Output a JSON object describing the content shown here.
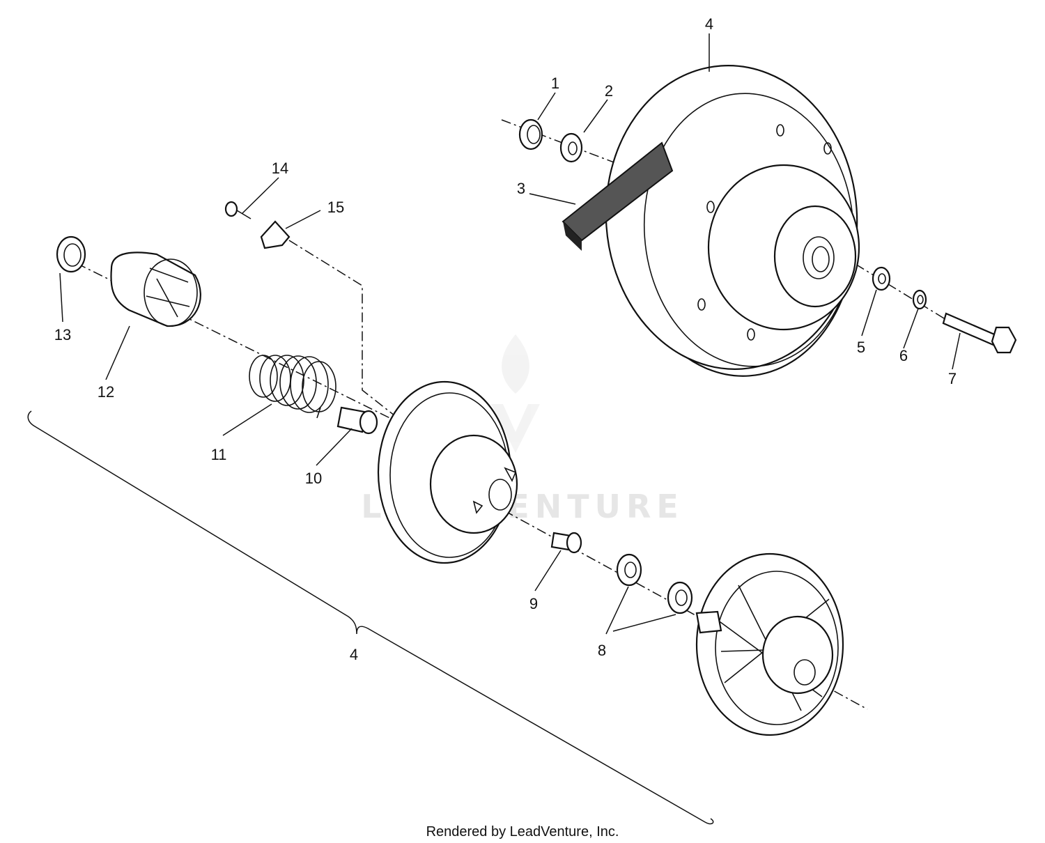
{
  "diagram": {
    "callouts": [
      {
        "id": "1",
        "text": "1"
      },
      {
        "id": "2",
        "text": "2"
      },
      {
        "id": "3",
        "text": "3"
      },
      {
        "id": "4a",
        "text": "4"
      },
      {
        "id": "5",
        "text": "5"
      },
      {
        "id": "6",
        "text": "6"
      },
      {
        "id": "7",
        "text": "7"
      },
      {
        "id": "8",
        "text": "8"
      },
      {
        "id": "9",
        "text": "9"
      },
      {
        "id": "10",
        "text": "10"
      },
      {
        "id": "11",
        "text": "11"
      },
      {
        "id": "12",
        "text": "12"
      },
      {
        "id": "13",
        "text": "13"
      },
      {
        "id": "14",
        "text": "14"
      },
      {
        "id": "15",
        "text": "15"
      },
      {
        "id": "4b",
        "text": "4"
      }
    ],
    "credit": "Rendered by LeadVenture, Inc.",
    "watermark": "LEADVENTURE"
  }
}
